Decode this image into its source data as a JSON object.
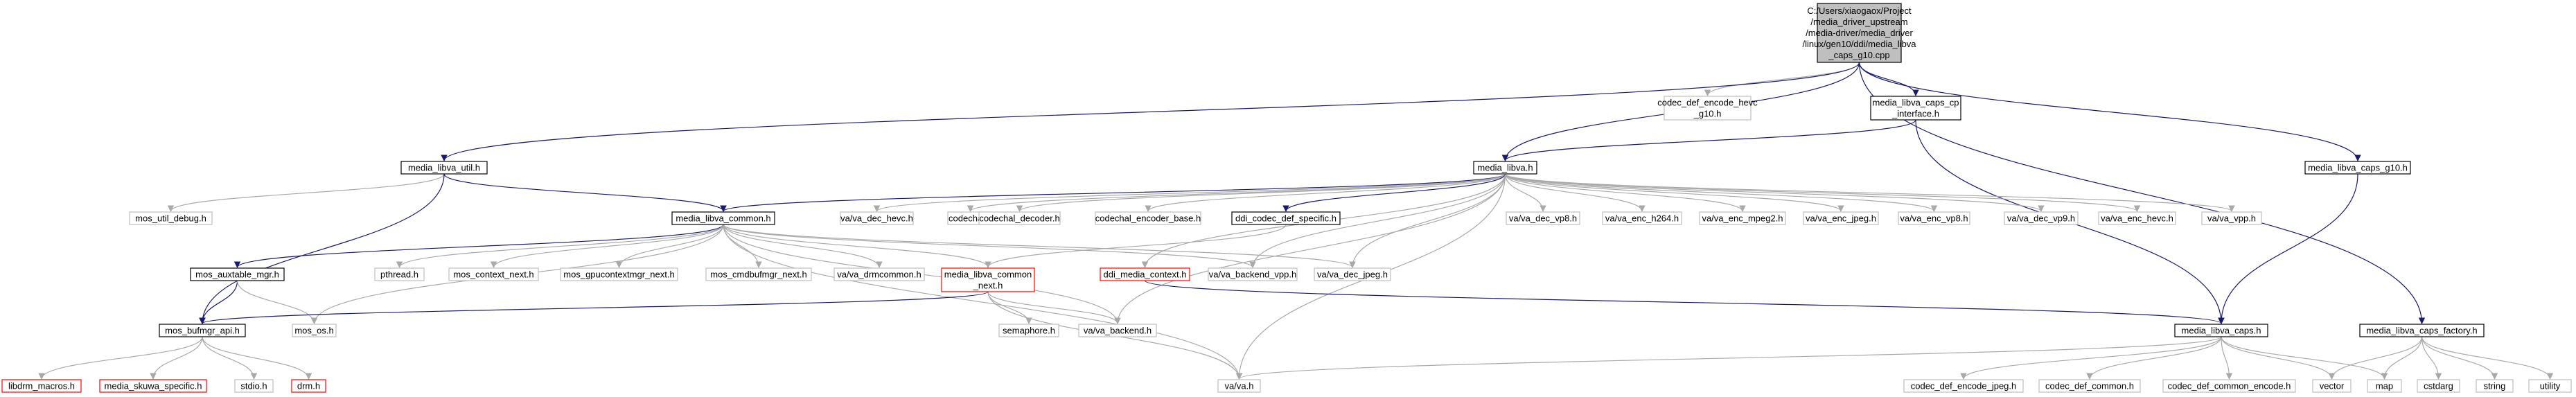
{
  "colors": {
    "background": "#ffffff",
    "root_fill": "#bfbfbf",
    "root_border": "#000000",
    "documented_border": "#000000",
    "external_border": "#bfbfbf",
    "warning_border": "#ff0000",
    "edge_dark": "#191970",
    "edge_gray": "#a9a9a9"
  },
  "nodes": [
    {
      "id": "root",
      "lines": [
        "C:/Users/xiaogaox/Project",
        "/media_driver_upstream",
        "/media-driver/media_driver",
        "/linux/gen10/ddi/media_libva",
        "_caps_g10.cpp"
      ],
      "kind": "root"
    },
    {
      "id": "codec_def_encode_hevc_g10",
      "lines": [
        "codec_def_encode_hevc",
        "_g10.h"
      ],
      "kind": "external"
    },
    {
      "id": "media_libva_caps_cp_interface",
      "lines": [
        "media_libva_caps_cp",
        "_interface.h"
      ],
      "kind": "documented"
    },
    {
      "id": "media_libva_caps_g10",
      "lines": [
        "media_libva_caps_g10.h"
      ],
      "kind": "documented"
    },
    {
      "id": "media_libva_util",
      "lines": [
        "media_libva_util.h"
      ],
      "kind": "documented"
    },
    {
      "id": "media_libva",
      "lines": [
        "media_libva.h"
      ],
      "kind": "documented"
    },
    {
      "id": "mos_util_debug",
      "lines": [
        "mos_util_debug.h"
      ],
      "kind": "external"
    },
    {
      "id": "media_libva_common",
      "lines": [
        "media_libva_common.h"
      ],
      "kind": "documented"
    },
    {
      "id": "va_dec_hevc",
      "lines": [
        "va/va_dec_hevc.h"
      ],
      "kind": "external"
    },
    {
      "id": "codechal",
      "lines": [
        "codechal.h"
      ],
      "kind": "external"
    },
    {
      "id": "codechal_decoder",
      "lines": [
        "codechal_decoder.h"
      ],
      "kind": "external"
    },
    {
      "id": "codechal_encoder_base",
      "lines": [
        "codechal_encoder_base.h"
      ],
      "kind": "external"
    },
    {
      "id": "ddi_codec_def_specific",
      "lines": [
        "ddi_codec_def_specific.h"
      ],
      "kind": "documented"
    },
    {
      "id": "va_dec_vp8",
      "lines": [
        "va/va_dec_vp8.h"
      ],
      "kind": "external"
    },
    {
      "id": "va_enc_h264",
      "lines": [
        "va/va_enc_h264.h"
      ],
      "kind": "external"
    },
    {
      "id": "va_enc_mpeg2",
      "lines": [
        "va/va_enc_mpeg2.h"
      ],
      "kind": "external"
    },
    {
      "id": "va_enc_jpeg",
      "lines": [
        "va/va_enc_jpeg.h"
      ],
      "kind": "external"
    },
    {
      "id": "va_enc_vp8",
      "lines": [
        "va/va_enc_vp8.h"
      ],
      "kind": "external"
    },
    {
      "id": "va_dec_vp9",
      "lines": [
        "va/va_dec_vp9.h"
      ],
      "kind": "external"
    },
    {
      "id": "va_enc_hevc",
      "lines": [
        "va/va_enc_hevc.h"
      ],
      "kind": "external"
    },
    {
      "id": "va_vpp",
      "lines": [
        "va/va_vpp.h"
      ],
      "kind": "external"
    },
    {
      "id": "mos_auxtable_mgr",
      "lines": [
        "mos_auxtable_mgr.h"
      ],
      "kind": "documented"
    },
    {
      "id": "pthread",
      "lines": [
        "pthread.h"
      ],
      "kind": "external"
    },
    {
      "id": "mos_context_next",
      "lines": [
        "mos_context_next.h"
      ],
      "kind": "external"
    },
    {
      "id": "mos_gpucontextmgr_next",
      "lines": [
        "mos_gpucontextmgr_next.h"
      ],
      "kind": "external"
    },
    {
      "id": "mos_cmdbufmgr_next",
      "lines": [
        "mos_cmdbufmgr_next.h"
      ],
      "kind": "external"
    },
    {
      "id": "va_drmcommon",
      "lines": [
        "va/va_drmcommon.h"
      ],
      "kind": "external"
    },
    {
      "id": "media_libva_common_next",
      "lines": [
        "media_libva_common",
        "_next.h"
      ],
      "kind": "warning"
    },
    {
      "id": "ddi_media_context",
      "lines": [
        "ddi_media_context.h"
      ],
      "kind": "warning"
    },
    {
      "id": "va_backend_vpp",
      "lines": [
        "va/va_backend_vpp.h"
      ],
      "kind": "external"
    },
    {
      "id": "va_dec_jpeg",
      "lines": [
        "va/va_dec_jpeg.h"
      ],
      "kind": "external"
    },
    {
      "id": "mos_bufmgr_api",
      "lines": [
        "mos_bufmgr_api.h"
      ],
      "kind": "documented"
    },
    {
      "id": "mos_os",
      "lines": [
        "mos_os.h"
      ],
      "kind": "external"
    },
    {
      "id": "semaphore",
      "lines": [
        "semaphore.h"
      ],
      "kind": "external"
    },
    {
      "id": "va_backend",
      "lines": [
        "va/va_backend.h"
      ],
      "kind": "external"
    },
    {
      "id": "media_libva_caps",
      "lines": [
        "media_libva_caps.h"
      ],
      "kind": "documented"
    },
    {
      "id": "media_libva_caps_factory",
      "lines": [
        "media_libva_caps_factory.h"
      ],
      "kind": "documented"
    },
    {
      "id": "libdrm_macros",
      "lines": [
        "libdrm_macros.h"
      ],
      "kind": "warning"
    },
    {
      "id": "media_skuwa_specific",
      "lines": [
        "media_skuwa_specific.h"
      ],
      "kind": "warning"
    },
    {
      "id": "stdio",
      "lines": [
        "stdio.h"
      ],
      "kind": "external"
    },
    {
      "id": "drm",
      "lines": [
        "drm.h"
      ],
      "kind": "warning"
    },
    {
      "id": "va",
      "lines": [
        "va/va.h"
      ],
      "kind": "external"
    },
    {
      "id": "codec_def_encode_jpeg",
      "lines": [
        "codec_def_encode_jpeg.h"
      ],
      "kind": "external"
    },
    {
      "id": "codec_def_common",
      "lines": [
        "codec_def_common.h"
      ],
      "kind": "external"
    },
    {
      "id": "codec_def_common_encode",
      "lines": [
        "codec_def_common_encode.h"
      ],
      "kind": "external"
    },
    {
      "id": "vector",
      "lines": [
        "vector"
      ],
      "kind": "external"
    },
    {
      "id": "map",
      "lines": [
        "map"
      ],
      "kind": "external"
    },
    {
      "id": "cstdarg",
      "lines": [
        "cstdarg"
      ],
      "kind": "external"
    },
    {
      "id": "string",
      "lines": [
        "string"
      ],
      "kind": "external"
    },
    {
      "id": "utility",
      "lines": [
        "utility"
      ],
      "kind": "external"
    }
  ],
  "edges": [
    [
      "root",
      "codec_def_encode_hevc_g10"
    ],
    [
      "root",
      "media_libva_caps_cp_interface"
    ],
    [
      "root",
      "media_libva_caps_g10"
    ],
    [
      "root",
      "media_libva_caps_factory"
    ],
    [
      "root",
      "media_libva_util"
    ],
    [
      "root",
      "media_libva"
    ],
    [
      "media_libva_caps_cp_interface",
      "media_libva"
    ],
    [
      "media_libva_caps_cp_interface",
      "media_libva_caps"
    ],
    [
      "media_libva_caps_g10",
      "media_libva_caps"
    ],
    [
      "media_libva_util",
      "mos_util_debug"
    ],
    [
      "media_libva_util",
      "media_libva_common"
    ],
    [
      "media_libva_util",
      "mos_bufmgr_api"
    ],
    [
      "media_libva",
      "media_libva_common"
    ],
    [
      "media_libva",
      "va_dec_hevc"
    ],
    [
      "media_libva",
      "codechal"
    ],
    [
      "media_libva",
      "codechal_decoder"
    ],
    [
      "media_libva",
      "codechal_encoder_base"
    ],
    [
      "media_libva",
      "ddi_codec_def_specific"
    ],
    [
      "media_libva",
      "va_dec_vp8"
    ],
    [
      "media_libva",
      "va_enc_h264"
    ],
    [
      "media_libva",
      "va_enc_mpeg2"
    ],
    [
      "media_libva",
      "va_enc_jpeg"
    ],
    [
      "media_libva",
      "va_enc_vp8"
    ],
    [
      "media_libva",
      "va_dec_vp9"
    ],
    [
      "media_libva",
      "va_enc_hevc"
    ],
    [
      "media_libva",
      "va_vpp"
    ],
    [
      "media_libva",
      "va_backend_vpp"
    ],
    [
      "media_libva",
      "va_dec_jpeg"
    ],
    [
      "media_libva",
      "va_backend"
    ],
    [
      "media_libva",
      "va"
    ],
    [
      "media_libva",
      "ddi_media_context"
    ],
    [
      "media_libva_common",
      "mos_auxtable_mgr"
    ],
    [
      "media_libva_common",
      "pthread"
    ],
    [
      "media_libva_common",
      "mos_context_next"
    ],
    [
      "media_libva_common",
      "mos_gpucontextmgr_next"
    ],
    [
      "media_libva_common",
      "mos_cmdbufmgr_next"
    ],
    [
      "media_libva_common",
      "va_drmcommon"
    ],
    [
      "media_libva_common",
      "media_libva_common_next"
    ],
    [
      "media_libva_common",
      "va_backend_vpp"
    ],
    [
      "media_libva_common",
      "va_dec_jpeg"
    ],
    [
      "media_libva_common",
      "mos_os"
    ],
    [
      "media_libva_common",
      "va"
    ],
    [
      "media_libva_common",
      "va_backend"
    ],
    [
      "ddi_codec_def_specific",
      "media_libva_common_next"
    ],
    [
      "mos_auxtable_mgr",
      "mos_bufmgr_api"
    ],
    [
      "mos_auxtable_mgr",
      "mos_os"
    ],
    [
      "media_libva_common_next",
      "mos_bufmgr_api"
    ],
    [
      "media_libva_common_next",
      "semaphore"
    ],
    [
      "media_libva_common_next",
      "va_backend"
    ],
    [
      "media_libva_common_next",
      "va"
    ],
    [
      "ddi_media_context",
      "media_libva_caps"
    ],
    [
      "mos_bufmgr_api",
      "libdrm_macros"
    ],
    [
      "mos_bufmgr_api",
      "media_skuwa_specific"
    ],
    [
      "mos_bufmgr_api",
      "stdio"
    ],
    [
      "mos_bufmgr_api",
      "drm"
    ],
    [
      "media_libva_caps",
      "va"
    ],
    [
      "media_libva_caps",
      "codec_def_encode_jpeg"
    ],
    [
      "media_libva_caps",
      "codec_def_common"
    ],
    [
      "media_libva_caps",
      "codec_def_common_encode"
    ],
    [
      "media_libva_caps",
      "vector"
    ],
    [
      "media_libva_caps",
      "map"
    ],
    [
      "media_libva_caps_factory",
      "vector"
    ],
    [
      "media_libva_caps_factory",
      "map"
    ],
    [
      "media_libva_caps_factory",
      "cstdarg"
    ],
    [
      "media_libva_caps_factory",
      "string"
    ],
    [
      "media_libva_caps_factory",
      "utility"
    ]
  ]
}
